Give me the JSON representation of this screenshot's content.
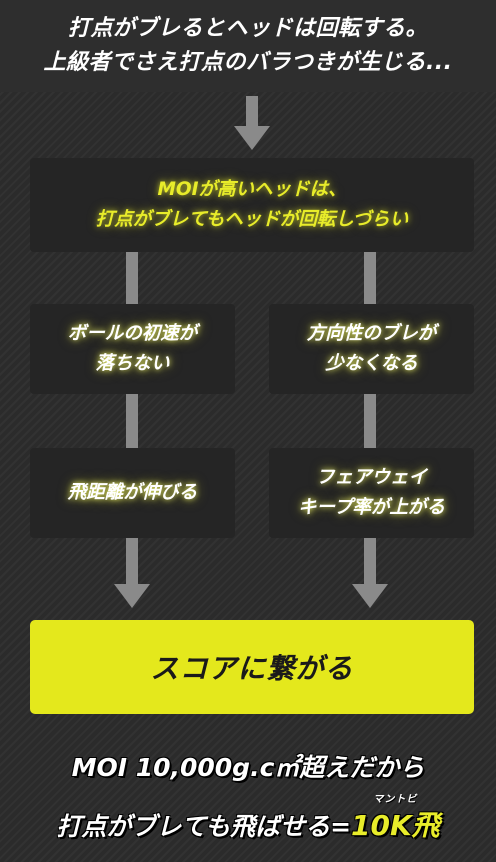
{
  "header": {
    "line1": "打点がブレるとヘッドは回転する。",
    "line2": "上級者でさえ打点のバラつきが生じる..."
  },
  "main_box": {
    "line1": "MOIが高いヘッドは、",
    "line2": "打点がブレてもヘッドが回転しづらい"
  },
  "left_col": {
    "box1": {
      "line1": "ボールの初速が",
      "line2": "落ちない"
    },
    "box2": {
      "line1": "飛距離が伸びる"
    }
  },
  "right_col": {
    "box1": {
      "line1": "方向性のブレが",
      "line2": "少なくなる"
    },
    "box2": {
      "line1": "フェアウェイ",
      "line2": "キープ率が上がる"
    }
  },
  "cta": {
    "label": "スコアに繋がる"
  },
  "footer": {
    "line1": "MOI 10,000g.c㎡超えだから",
    "line2_prefix": "打点がブレても飛ばせる=",
    "highlight": "10K飛",
    "ruby": "マントビ"
  },
  "colors": {
    "accent": "#e4e81c",
    "accent_text": "#e8ec2a",
    "background": "#2b2b2b",
    "box": "#252525",
    "arrow": "#8a8a8a"
  }
}
